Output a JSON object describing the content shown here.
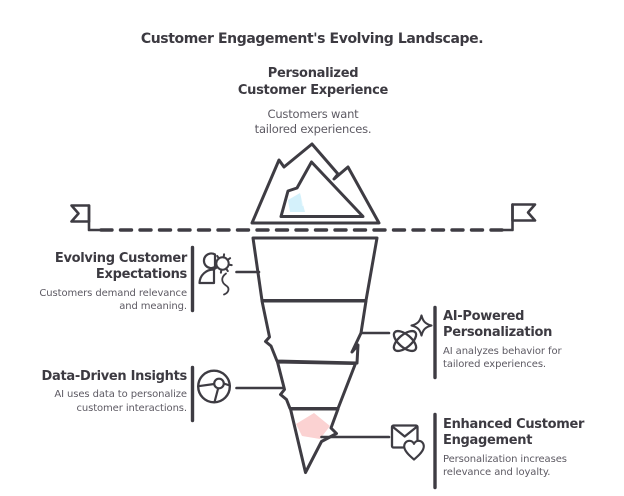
{
  "title": "Customer Engagement's Evolving Landscape.",
  "top_section": {
    "heading": "Personalized\nCustomer Experience",
    "description": "Customers want\ntailored experiences."
  },
  "callouts": [
    {
      "id": "evolving-customer-expectations",
      "side": "left",
      "heading": "Evolving Customer\nExpectations",
      "description": "Customers demand relevance\nand meaning.",
      "icon": "user-gear-icon"
    },
    {
      "id": "ai-powered-personalization",
      "side": "right",
      "heading": "AI-Powered\nPersonalization",
      "description": "AI analyzes behavior for\ntailored experiences.",
      "icon": "ai-sparkle-icon"
    },
    {
      "id": "data-driven-insights",
      "side": "left",
      "heading": "Data-Driven Insights",
      "description": "AI uses data to personalize\ncustomer interactions.",
      "icon": "pie-chart-icon"
    },
    {
      "id": "enhanced-customer-engagement",
      "side": "right",
      "heading": "Enhanced Customer\nEngagement",
      "description": "Personalization increases\nrelevance and loyalty.",
      "icon": "envelope-heart-icon"
    }
  ],
  "iceberg": {
    "above_water": "mountain peak",
    "waterline": "dashed line with pennant flags at both ends",
    "below_water_segments": [
      "green",
      "yellow",
      "orange",
      "pink tip"
    ]
  },
  "colors": {
    "outline": "#3e3c43",
    "heading_text": "#3c3a41",
    "description_text": "#5d5a63",
    "background": "#ffffff",
    "mountain_fill": "#cfeffb",
    "mountain_inner_fill": "#eef9fe",
    "flag_fill": "#cfeffb",
    "segment_green": "#dcfae9",
    "segment_yellow": "#fdf6ba",
    "segment_orange": "#fce5cb",
    "segment_pink": "#fbd2d2"
  }
}
